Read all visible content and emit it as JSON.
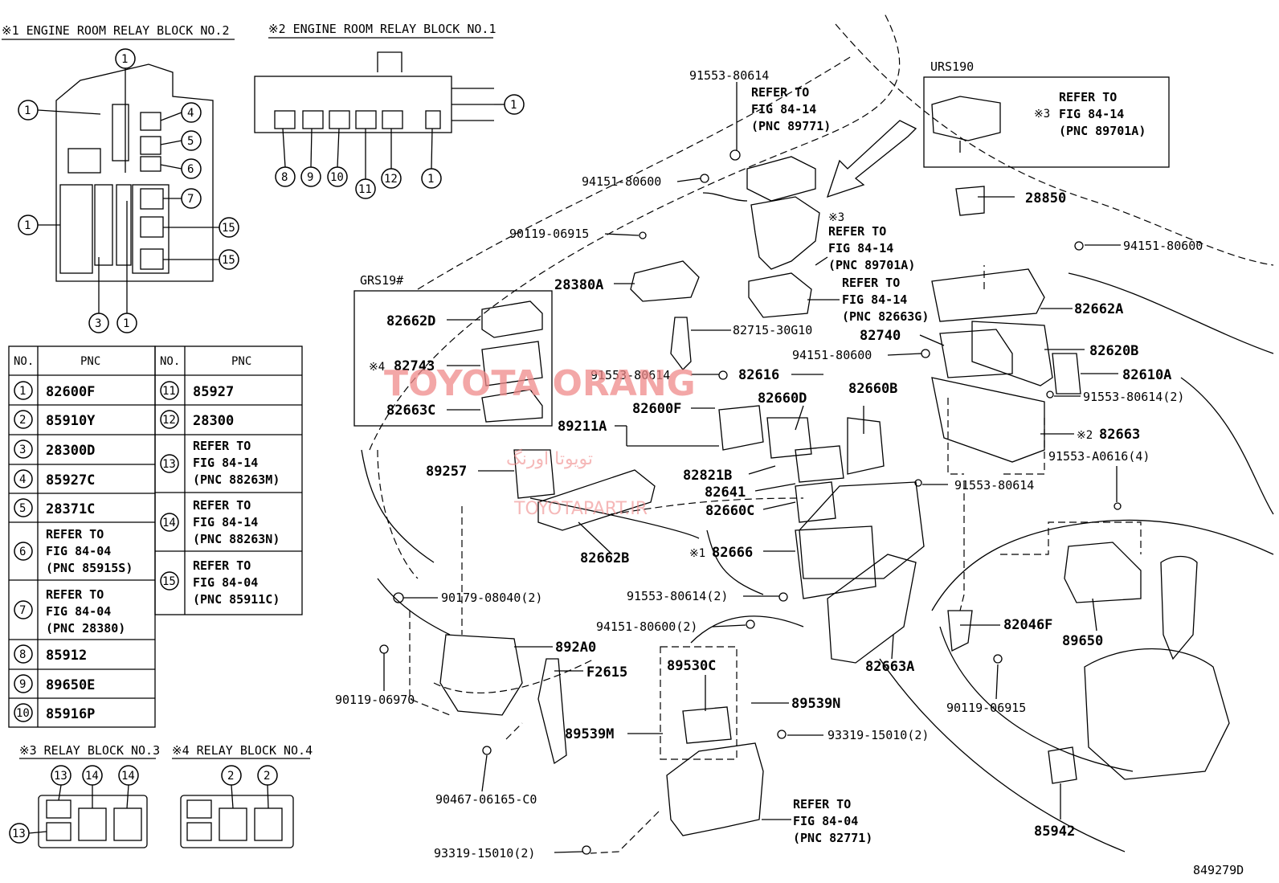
{
  "diagram_id": "849279D",
  "headers": {
    "block2": "※1 ENGINE ROOM RELAY BLOCK NO.2",
    "block1": "※2 ENGINE ROOM RELAY BLOCK NO.1",
    "block3": "※3 RELAY BLOCK NO.3",
    "block4": "※4 RELAY BLOCK NO.4"
  },
  "circle_labels": {
    "one": "1",
    "two": "2",
    "three": "3",
    "four": "4",
    "five": "5",
    "six": "6",
    "seven": "7",
    "eight": "8",
    "nine": "9",
    "ten": "10",
    "eleven": "11",
    "twelve": "12",
    "thirteen": "13",
    "fourteen": "14",
    "fifteen": "15"
  },
  "table": {
    "col_no": "NO.",
    "col_pnc": "PNC",
    "rows": [
      {
        "no": "1",
        "pnc": "82600F"
      },
      {
        "no": "2",
        "pnc": "85910Y"
      },
      {
        "no": "3",
        "pnc": "28300D"
      },
      {
        "no": "4",
        "pnc": "85927C"
      },
      {
        "no": "5",
        "pnc": "28371C"
      },
      {
        "no": "6",
        "pnc": "REFER TO",
        "pnc2": "FIG 84-04",
        "pnc3": "(PNC 85915S)"
      },
      {
        "no": "7",
        "pnc": "REFER TO",
        "pnc2": "FIG 84-04",
        "pnc3": "(PNC 28380)"
      },
      {
        "no": "8",
        "pnc": "85912"
      },
      {
        "no": "9",
        "pnc": "89650E"
      },
      {
        "no": "10",
        "pnc": "85916P"
      },
      {
        "no": "11",
        "pnc": "85927"
      },
      {
        "no": "12",
        "pnc": "28300"
      },
      {
        "no": "13",
        "pnc": "REFER TO",
        "pnc2": "FIG 84-14",
        "pnc3": "(PNC 88263M)"
      },
      {
        "no": "14",
        "pnc": "REFER TO",
        "pnc2": "FIG 84-14",
        "pnc3": "(PNC 88263N)"
      },
      {
        "no": "15",
        "pnc": "REFER TO",
        "pnc2": "FIG 84-04",
        "pnc3": "(PNC 85911C)"
      }
    ]
  },
  "variants": {
    "urs": "URS190",
    "grs": "GRS19#"
  },
  "refs": {
    "r1": [
      "REFER TO",
      "FIG 84-14",
      "(PNC 89771)"
    ],
    "r2": [
      "REFER TO",
      "FIG 84-14",
      "(PNC 89701A)"
    ],
    "r3": [
      "※3",
      "REFER TO",
      "FIG 84-14",
      "(PNC 89701A)"
    ],
    "r4": [
      "REFER TO",
      "FIG 84-14",
      "(PNC 82663G)"
    ],
    "r5": [
      "REFER TO",
      "FIG 84-04",
      "(PNC 82771)"
    ],
    "r2_mark": "※3"
  },
  "parts": {
    "p1": "91553-80614",
    "p2": "94151-80600",
    "p3": "90119-06915",
    "p4": "28380A",
    "p5": "82715-30G10",
    "p6": "94151-80600",
    "p7": "91553-80614",
    "p8": "82616",
    "p9": "82660D",
    "p10": "82660B",
    "p11": "82600F",
    "p12": "89211A",
    "p13": "82821B",
    "p14": "82641",
    "p15": "82660C",
    "p16": "82666",
    "p16_mark": "※1",
    "p17": "82662B",
    "p18": "89257",
    "p19": "82662D",
    "p20": "82743",
    "p20_mark": "※4",
    "p21": "82663C",
    "p22": "28850",
    "p23": "94151-80600",
    "p24": "82662A",
    "p25": "82740",
    "p26": "82620B",
    "p27": "82610A",
    "p28": "91553-80614(2)",
    "p29": "82663",
    "p29_mark": "※2",
    "p30": "91553-A0616(4)",
    "p31": "91553-80614",
    "p32": "91553-80614(2)",
    "p33": "90179-08040(2)",
    "p34": "94151-80600(2)",
    "p35": "892A0",
    "p36": "F2615",
    "p37": "90119-06970",
    "p38": "89530C",
    "p39": "89539N",
    "p40": "89539M",
    "p41": "93319-15010(2)",
    "p42": "90467-06165-C0",
    "p43": "93319-15010(2)",
    "p44": "82663A",
    "p45": "82046F",
    "p46": "90119-06915",
    "p47": "89650",
    "p48": "85942"
  },
  "watermark": {
    "brand": "TOYOTA ORANG",
    "persian": "تویوتا اورنگ",
    "site": "TOYOTAPART.IR"
  }
}
